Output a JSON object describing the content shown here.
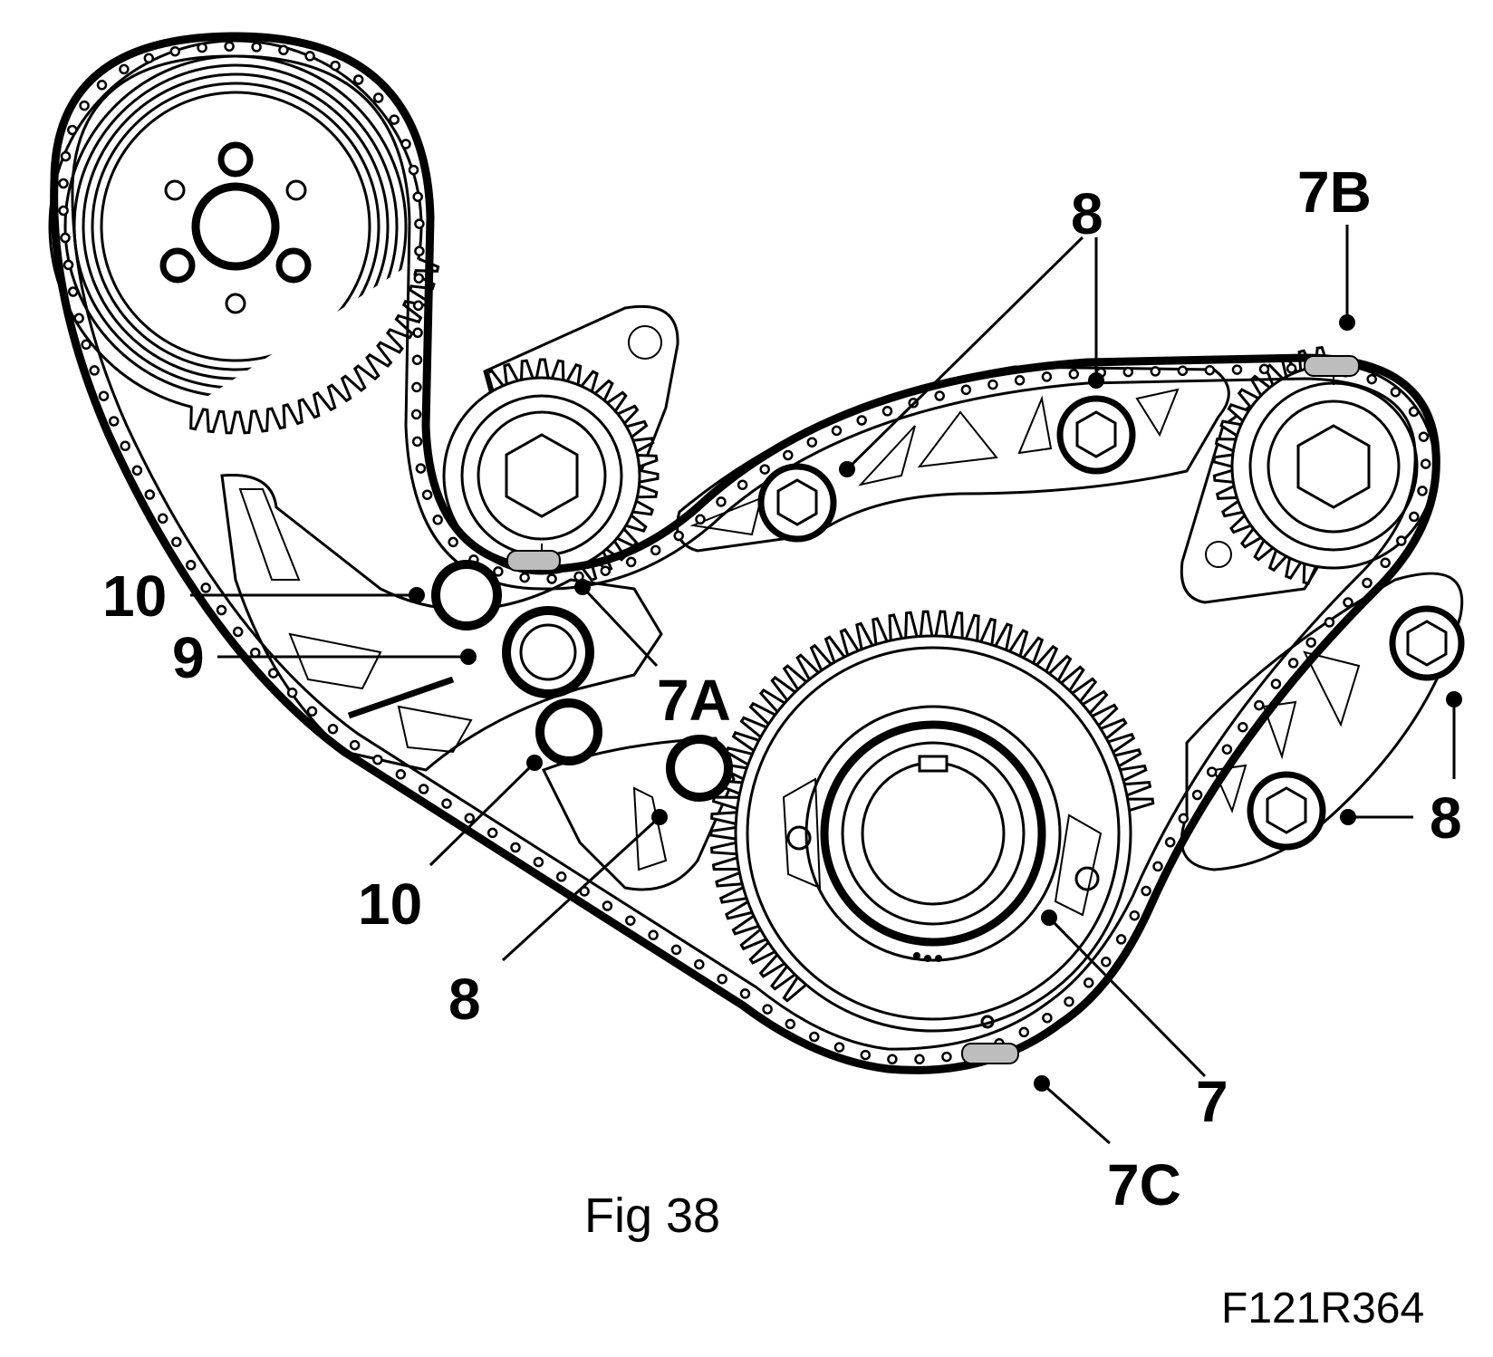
{
  "figure": {
    "caption": "Fig 38",
    "reference_code": "F121R364"
  },
  "callouts": {
    "c7": "7",
    "c7A": "7A",
    "c7B": "7B",
    "c7C": "7C",
    "c8_top": "8",
    "c8_right": "8",
    "c8_bottom": "8",
    "c9": "9",
    "c10_upper": "10",
    "c10_lower": "10"
  }
}
